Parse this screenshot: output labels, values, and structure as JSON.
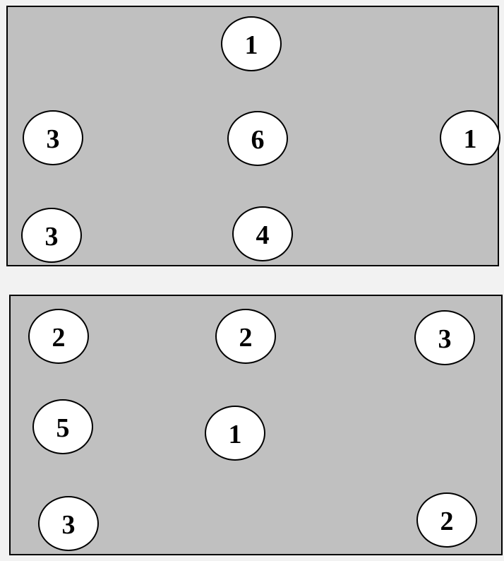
{
  "panels": [
    {
      "nodes": [
        "1",
        "3",
        "6",
        "1",
        "3",
        "4"
      ]
    },
    {
      "nodes": [
        "2",
        "2",
        "3",
        "5",
        "1",
        "3",
        "2"
      ]
    }
  ]
}
